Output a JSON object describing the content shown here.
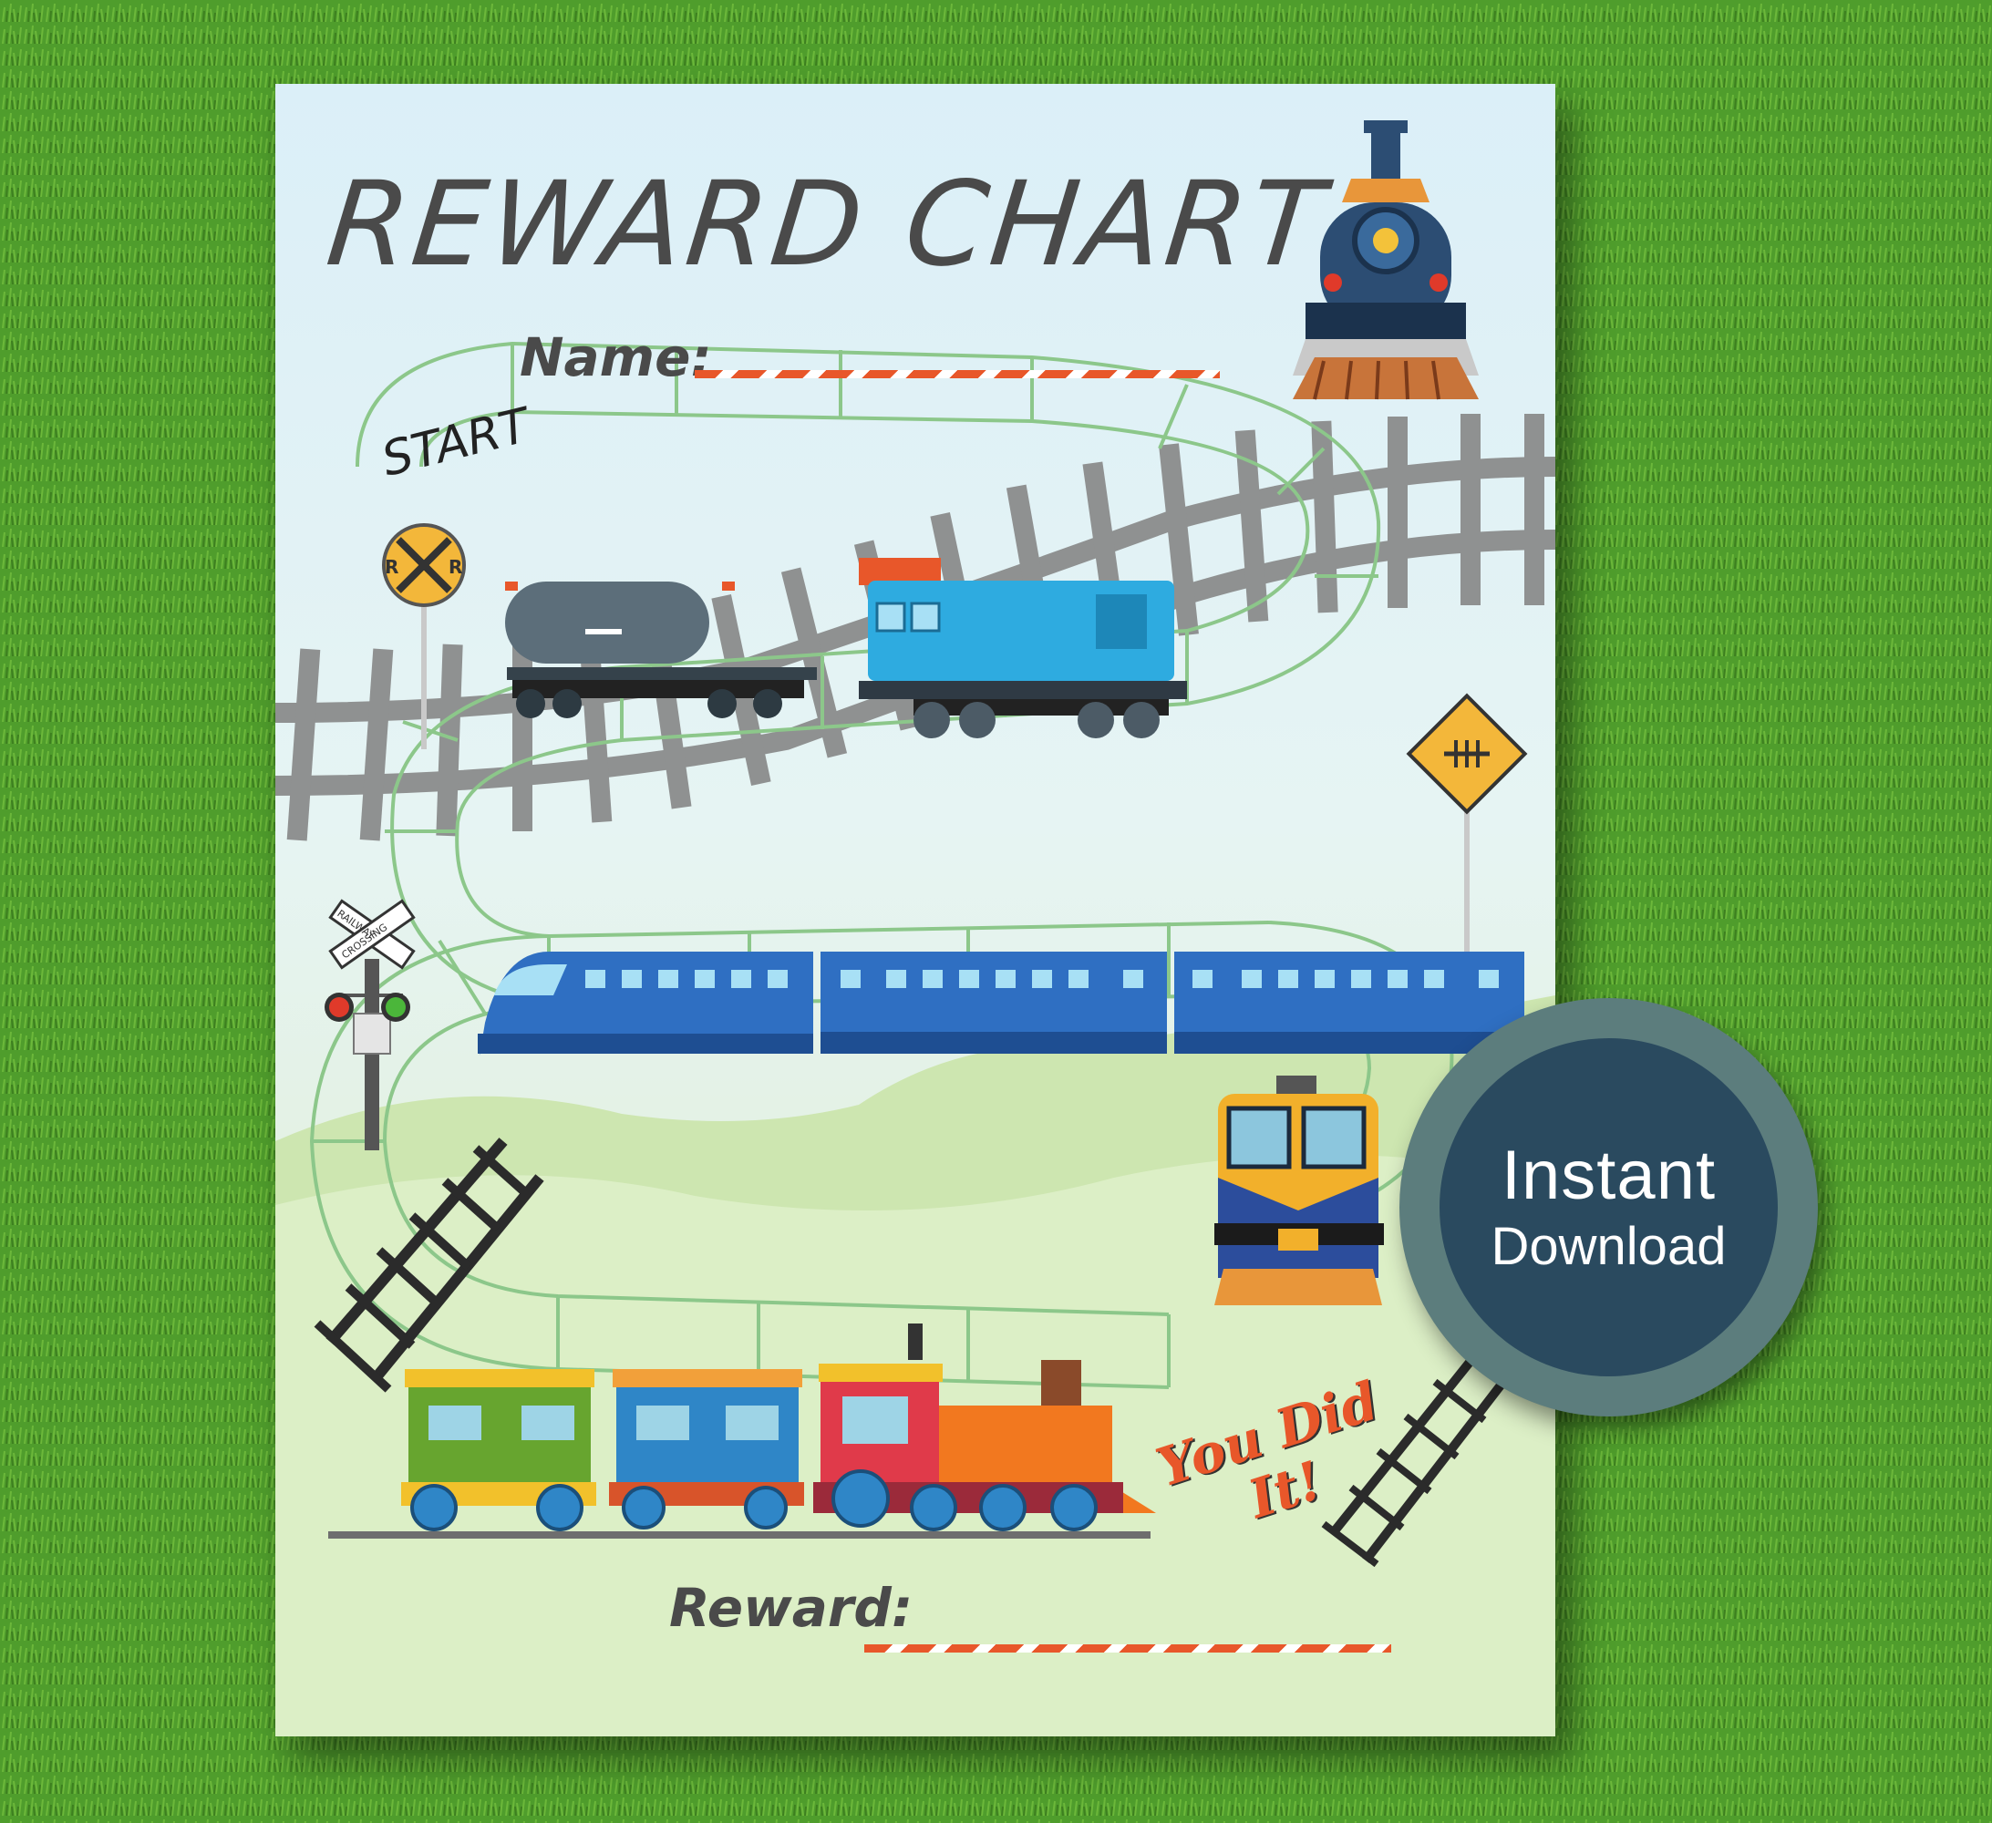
{
  "chart": {
    "title": "REWARD CHART",
    "name_label": "Name:",
    "start_label": "START",
    "reward_label": "Reward:",
    "finish_label": "You Did It!"
  },
  "signs": {
    "crossbuck_letters": "R R",
    "railway_crossing_text": "RAILWAY CROSSING"
  },
  "badge": {
    "line1": "Instant",
    "line2": "Download"
  },
  "colors": {
    "grass": "#4f9d2c",
    "accent": "#e8572a",
    "badge_fill": "#2a4a5f",
    "badge_ring": "#5c7d7d"
  }
}
